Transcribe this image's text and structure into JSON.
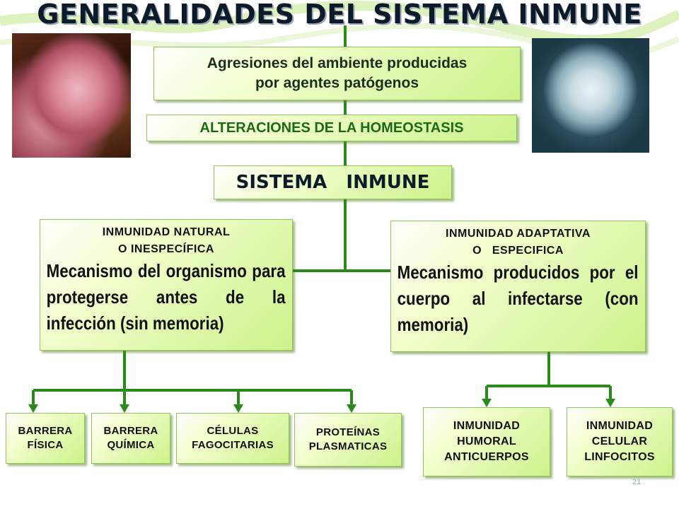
{
  "title": "GENERALIDADES DEL SISTEMA INMUNE",
  "colors": {
    "connector": "#2a8a1a",
    "box_border": "#8fc45a",
    "title_text": "#0d1a2a"
  },
  "nodes": {
    "agresiones": {
      "line1": "Agresiones del ambiente producidas",
      "line2": "por agentes patógenos"
    },
    "alteraciones": {
      "label": "ALTERACIONES DE LA HOMEOSTASIS"
    },
    "sistema": {
      "label": "SISTEMA   INMUNE"
    },
    "natural": {
      "head1": "INMUNIDAD NATURAL",
      "head2": "O INESPECÍFICA",
      "desc": "Mecanismo del organismo para protegerse antes de la infección (sin memoria)"
    },
    "adaptativa": {
      "head1": "INMUNIDAD ADAPTATIVA",
      "head2": "O   ESPECIFICA",
      "desc": "Mecanismo producidos por el cuerpo al infectarse (con memoria)"
    },
    "leaves_left": [
      {
        "line1": "BARRERA",
        "line2": "FÍSICA"
      },
      {
        "line1": "BARRERA",
        "line2": "QUÍMICA"
      },
      {
        "line1": "CÉLULAS",
        "line2": "FAGOCITARIAS"
      },
      {
        "line1": "PROTEÍNAS",
        "line2": "PLASMATICAS"
      }
    ],
    "leaves_right": [
      {
        "line1": "INMUNIDAD",
        "line2": "HUMORAL",
        "line3": "ANTICUERPOS"
      },
      {
        "line1": "INMUNIDAD",
        "line2": "CELULAR",
        "line3": "LINFOCITOS"
      }
    ]
  },
  "page_number": "21"
}
